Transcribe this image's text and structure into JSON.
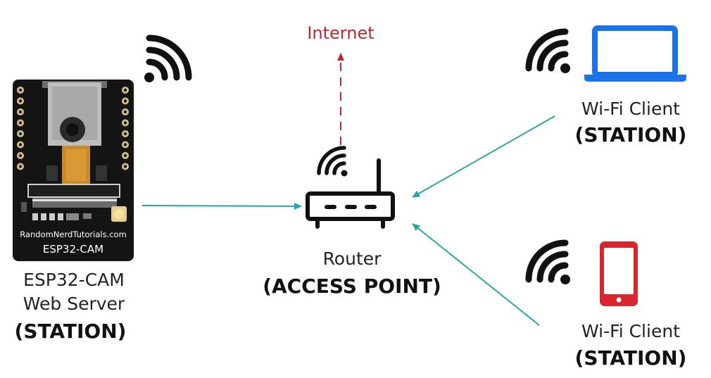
{
  "internet": {
    "label": "Internet"
  },
  "esp32": {
    "board_url": "RandomNerdTutorials.com",
    "board_name": "ESP32-CAM",
    "label_line1": "ESP32-CAM",
    "label_line2": "Web Server",
    "role": "(STATION)"
  },
  "router": {
    "label": "Router",
    "role": "(ACCESS POINT)"
  },
  "laptop_client": {
    "label": "Wi-Fi Client",
    "role": "(STATION)"
  },
  "phone_client": {
    "label": "Wi-Fi Client",
    "role": "(STATION)"
  },
  "colors": {
    "arrow": "#2aa3a8",
    "internet": "#c0272d",
    "laptop": "#1a73e8",
    "phone": "#d9262e",
    "icon": "#111111"
  },
  "icons": [
    "wifi-icon",
    "router-icon",
    "laptop-icon",
    "smartphone-icon",
    "esp32-cam-board"
  ]
}
